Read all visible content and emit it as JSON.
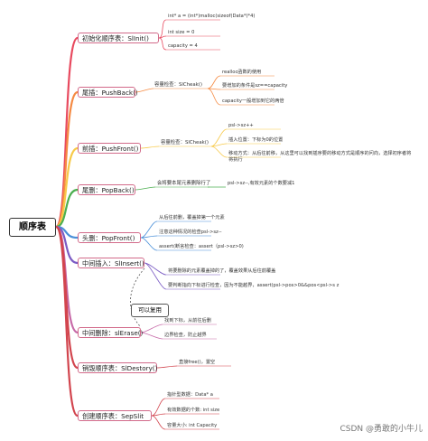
{
  "root": "顺序表",
  "colors": [
    "#e84a5f",
    "#f58a42",
    "#f7c948",
    "#4caf50",
    "#4a90d9",
    "#7b5cc4",
    "#c76aa8",
    "#d2454e"
  ],
  "branches": [
    {
      "label": "初始化顺序表：SlInit()",
      "leaves": [
        "int* a = (int*)malloc(sizeof(Data*)*4)",
        "int size = 0",
        "capacity = 4"
      ]
    },
    {
      "label": "尾插：PushBack()",
      "mid": "容量检查：SlCheak()",
      "leaves": [
        "realloc函数的使用",
        "要增加的条件是sz==capacity",
        "capacity一般增加到它的两倍"
      ]
    },
    {
      "label": "前插：PushFront()",
      "mid": "容量检查：SlCheak()",
      "leaves": [
        "psl->sz++",
        "插入位置：下标为0的位置",
        "移动方式：从后往前移，从这里可以找到插序要的移动方式是顺序的问向，选择初序者将将执行"
      ]
    },
    {
      "label": "尾删：PopBack()",
      "mid": "会将要本尾元素删除行了",
      "leaves": [
        "psl->sz--,有效元素的个数要减1"
      ]
    },
    {
      "label": "头删：PopFront()",
      "leaves": [
        "从后往前删，覆盖掉第一个元素",
        "注意这种情况的检查psl->sz--",
        "assert(断言检查：assert（psl->sz>0)"
      ]
    },
    {
      "label": "中间插入：SlInsert()",
      "leaves": [
        "将要删除的元素覆盖掉的了，覆盖效果从后往前覆盖",
        "要判断指向下标进行检查，因为不能越界，assert(psl->pos>0&&pos<psl->s z"
      ]
    },
    {
      "label": "中间删除：slErase()",
      "leaves": [
        "找到下标，从前往后删",
        "边界检查，防止越界"
      ]
    },
    {
      "label": "销毁顺序表：SlDestory()",
      "leaves": [
        "直接free()，置空"
      ]
    },
    {
      "label": "创建顺序表：SepSlit",
      "leaves": [
        "指针型数据：Data* a",
        "有效数据的个数: int size",
        "容量大小: int Capacity"
      ]
    }
  ],
  "callout": "可以复用",
  "watermark": "CSDN @勇敢的小牛儿"
}
